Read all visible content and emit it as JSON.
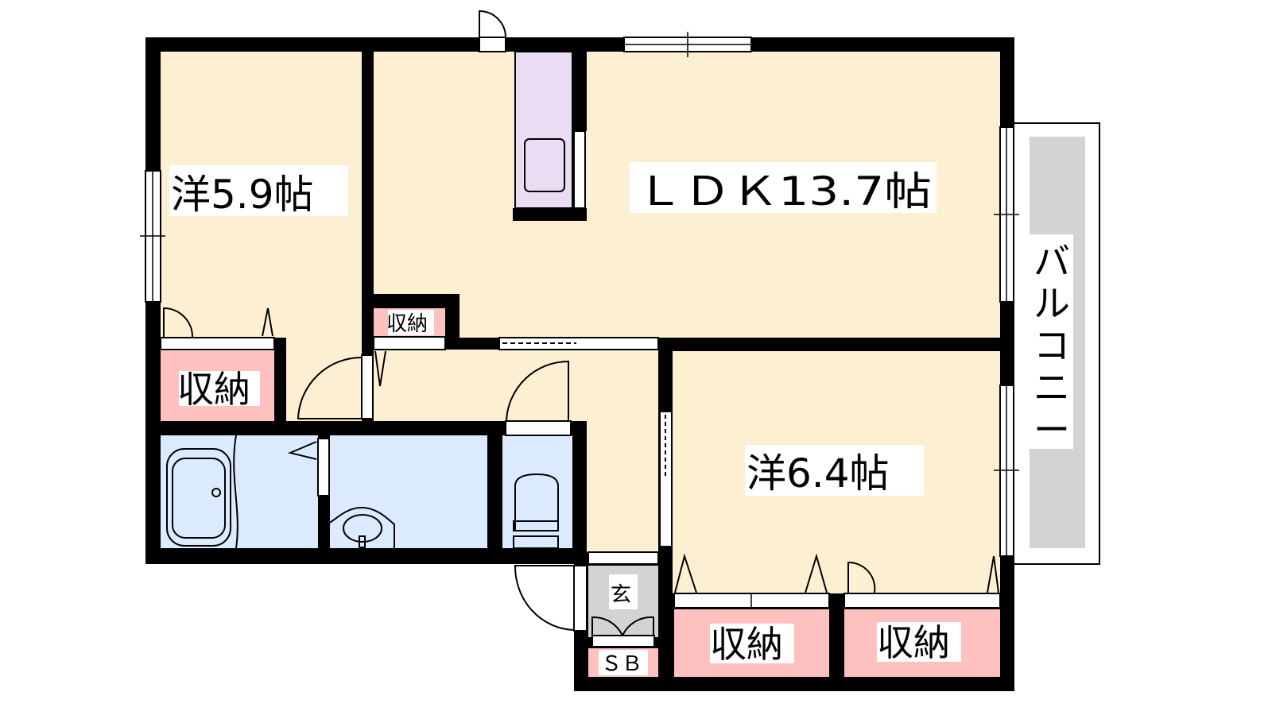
{
  "title": "2LDK間取り図",
  "rooms": {
    "western_1": "洋5.9帖",
    "ldk": "ＬＤＫ13.7帖",
    "western_2": "洋6.4帖",
    "storage_small": "収納",
    "storage_left": "収納",
    "storage_bottom_1": "収納",
    "storage_bottom_2": "収納",
    "entrance": "玄",
    "shoe_box": "ＳＢ",
    "balcony": [
      "バ",
      "ル",
      "コ",
      "ニ",
      "ー"
    ]
  },
  "colors": {
    "room": "#fdf0d2",
    "storage": "#ffc0c0",
    "wet": "#dbeafe",
    "kitchen": "#eadcf3",
    "entrance": "#d3d3d3",
    "balcony": "#d3d3d3",
    "wall": "#000000"
  }
}
